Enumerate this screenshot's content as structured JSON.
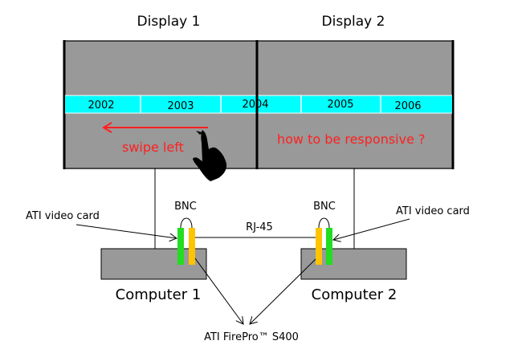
{
  "displays": [
    {
      "label": "Display 1"
    },
    {
      "label": "Display 2"
    }
  ],
  "timeline": {
    "years": [
      "2002",
      "2003",
      "2004",
      "2005",
      "2006"
    ]
  },
  "annotations": {
    "swipe": "swipe left",
    "question": "how to be responsive ?"
  },
  "computers": [
    {
      "label": "Computer 1"
    },
    {
      "label": "Computer 2"
    }
  ],
  "connectors": {
    "bnc_left": "BNC",
    "bnc_right": "BNC",
    "rj45": "RJ-45",
    "video_card_left": "ATI video card",
    "video_card_right": "ATI video card",
    "firepro": "ATI FirePro™ S400"
  },
  "colors": {
    "screen": "#999999",
    "timeline": "#00ffff",
    "annotation": "#ff2020",
    "green_card": "#22dd22",
    "yellow_card": "#ffc400"
  }
}
